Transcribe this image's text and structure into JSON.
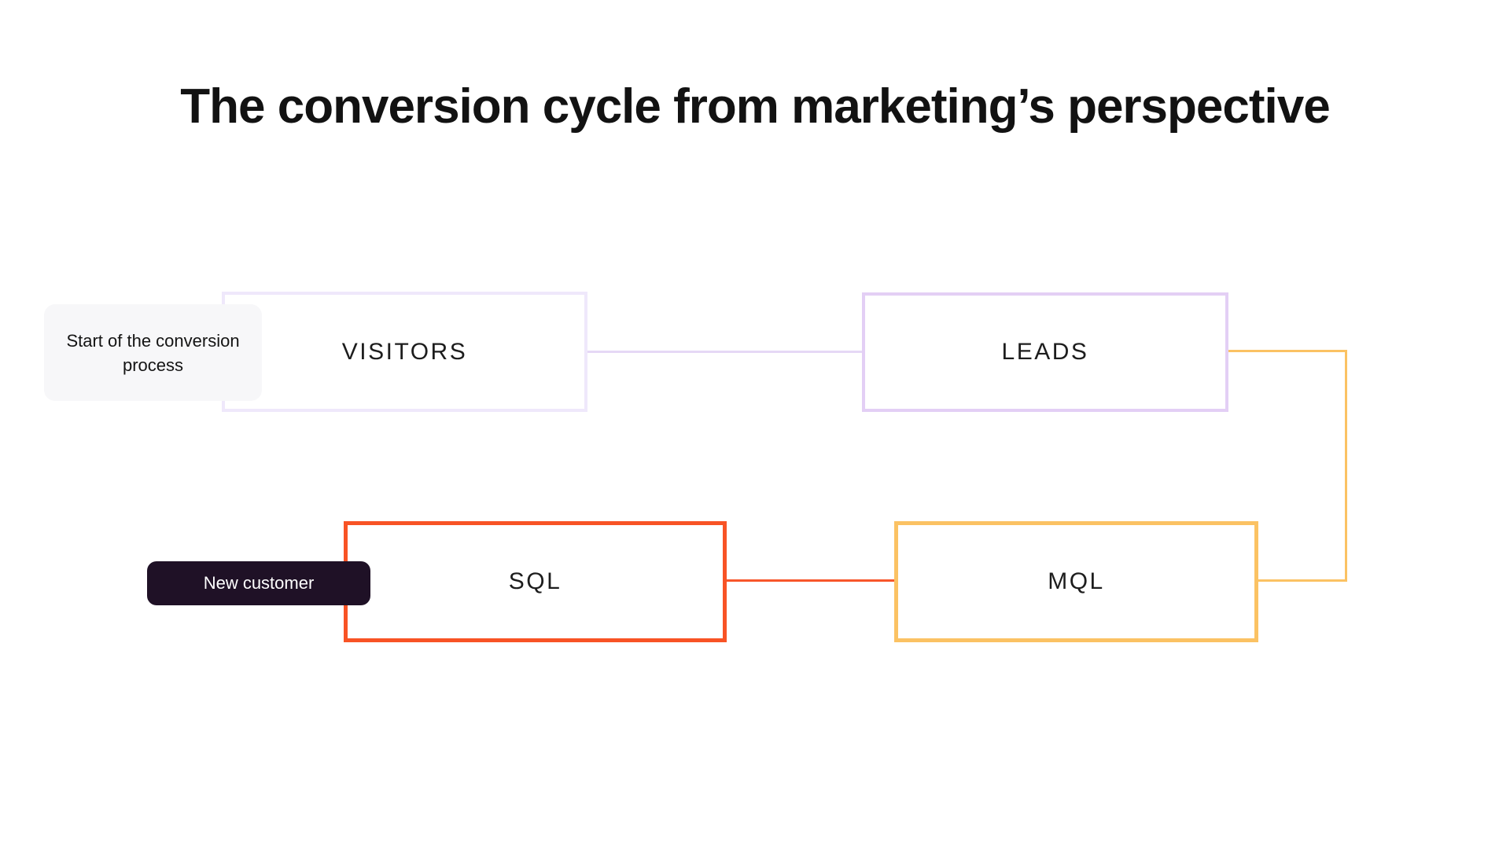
{
  "title": "The conversion cycle from marketing’s perspective",
  "diagram": {
    "nodes": [
      {
        "id": "visitors",
        "label": "VISITORS",
        "border_color": "#efe8fb"
      },
      {
        "id": "leads",
        "label": "LEADS",
        "border_color": "#e3cff5"
      },
      {
        "id": "mql",
        "label": "MQL",
        "border_color": "#fbc263"
      },
      {
        "id": "sql",
        "label": "SQL",
        "border_color": "#f85325"
      }
    ],
    "annotations": [
      {
        "id": "start-of-process",
        "text": "Start of the conversion process",
        "background": "#f7f7f9",
        "text_color": "#141414"
      },
      {
        "id": "new-customer",
        "text": "New customer",
        "background": "#1f1126",
        "text_color": "#ffffff"
      }
    ],
    "connectors": [
      {
        "id": "visitors-to-leads",
        "color": "#e6d8f6"
      },
      {
        "id": "leads-to-mql",
        "color": "#fbc263"
      },
      {
        "id": "mql-to-sql",
        "color": "#f8562b"
      }
    ]
  }
}
